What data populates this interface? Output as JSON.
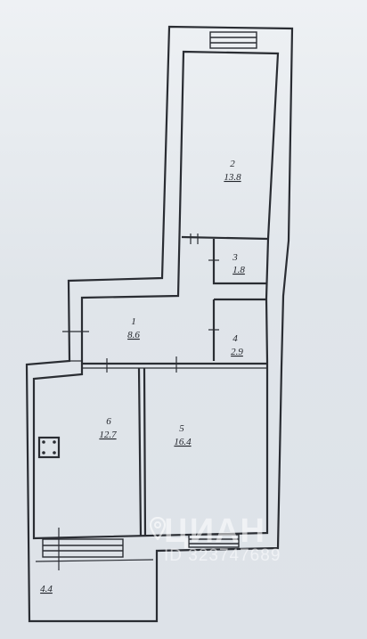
{
  "rooms": [
    {
      "id": "r1",
      "number": "1",
      "area": "8.6"
    },
    {
      "id": "r2",
      "number": "2",
      "area": "13.8"
    },
    {
      "id": "r3",
      "number": "3",
      "area": "1.8"
    },
    {
      "id": "r4",
      "number": "4",
      "area": "2.9"
    },
    {
      "id": "r5",
      "number": "5",
      "area": "16.4"
    },
    {
      "id": "r6",
      "number": "6",
      "area": "12.7"
    }
  ],
  "balcony": {
    "area": "4.4"
  },
  "watermark": {
    "brand": "ЦИАН",
    "id_text": "ID 323747689",
    "icon": "location-pin-icon"
  },
  "colors": {
    "ink": "#2a2d33",
    "paper": "#e2e6ea"
  }
}
